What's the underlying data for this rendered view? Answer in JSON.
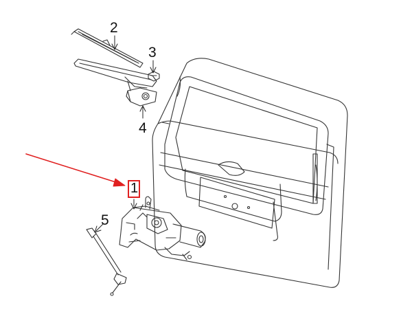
{
  "callouts": {
    "one": "1",
    "two": "2",
    "three": "3",
    "four": "4",
    "five": "5"
  },
  "colors": {
    "line": "#333333",
    "highlight": "#e02020",
    "background": "#ffffff"
  }
}
